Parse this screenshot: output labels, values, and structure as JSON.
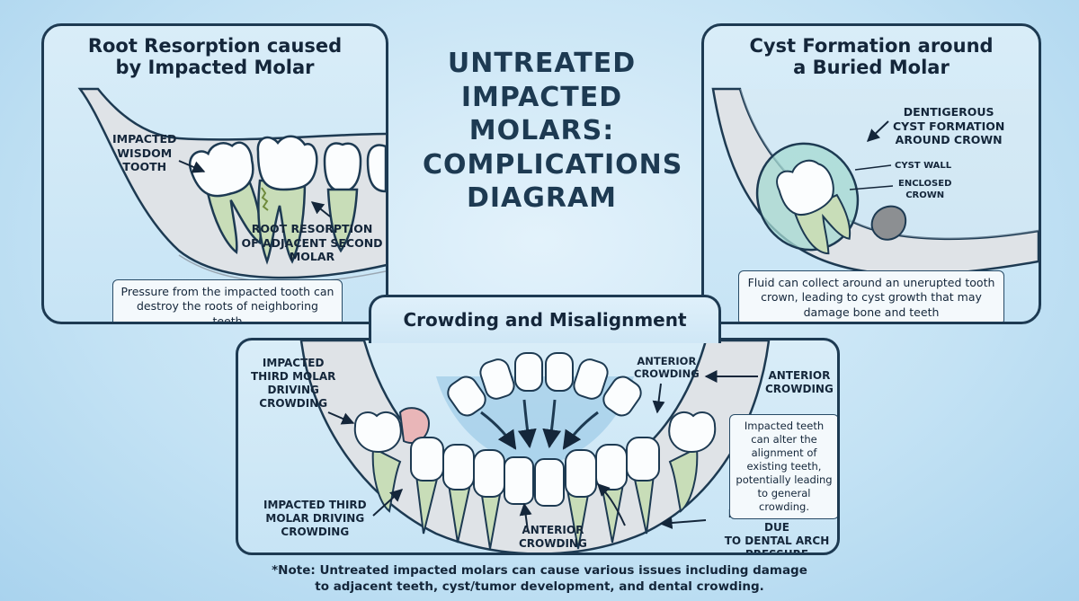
{
  "title_lines": [
    "UNTREATED",
    "IMPACTED MOLARS:",
    "COMPLICATIONS",
    "DIAGRAM"
  ],
  "panels": {
    "root_resorption": {
      "title_lines": [
        "Root Resorption caused",
        "by Impacted Molar"
      ],
      "labels": {
        "impacted_tooth": [
          "IMPACTED",
          "WISDOM",
          "TOOTH"
        ],
        "root_resorption": [
          "ROOT RESORPTION",
          "OF ADJACENT SECOND",
          "MOLAR"
        ]
      },
      "caption": "Pressure from the impacted tooth can destroy the roots of neighboring teeth"
    },
    "cyst": {
      "title_lines": [
        "Cyst Formation around",
        "a Buried Molar"
      ],
      "labels": {
        "dentigerous": [
          "DENTIGEROUS",
          "CYST FORMATION",
          "AROUND CROWN"
        ],
        "cyst_wall": [
          "CYST WALL"
        ],
        "enclosed_crown": [
          "ENCLOSED",
          "CROWN"
        ]
      },
      "caption": "Fluid can collect around an unerupted tooth crown, leading to cyst growth that may damage bone and teeth"
    },
    "crowding": {
      "title": "Crowding and Misalignment",
      "labels": {
        "third_molar_upper": [
          "IMPACTED",
          "THIRD MOLAR",
          "DRIVING",
          "CROWDING"
        ],
        "third_molar_lower": [
          "IMPACTED THIRD",
          "MOLAR DRIVING",
          "CROWDING"
        ],
        "anterior_top": [
          "ANTERIOR",
          "CROWDING"
        ],
        "anterior_right": [
          "ANTERIOR",
          "CROWDING"
        ],
        "anterior_bottom": [
          "ANTERIOR",
          "CROWDING"
        ],
        "malalignment": [
          "MALALIGNMENT DUE",
          "TO DENTAL ARCH",
          "PRESSURE"
        ]
      },
      "caption": "Impacted teeth can alter the alignment of existing teeth, potentially leading to general crowding."
    }
  },
  "note_lines": [
    "*Note: Untreated impacted molars can cause various issues including damage",
    "to adjacent teeth, cyst/tumor development, and dental crowding."
  ],
  "colors": {
    "outline": "#1d3a52",
    "bone": "#d9dee3",
    "root": "#c8ddb8",
    "crown": "#fbfdfe",
    "cyst": "#9fd6cf",
    "inflamed": "#e9b6b8",
    "gum": "#8fc3e3"
  }
}
